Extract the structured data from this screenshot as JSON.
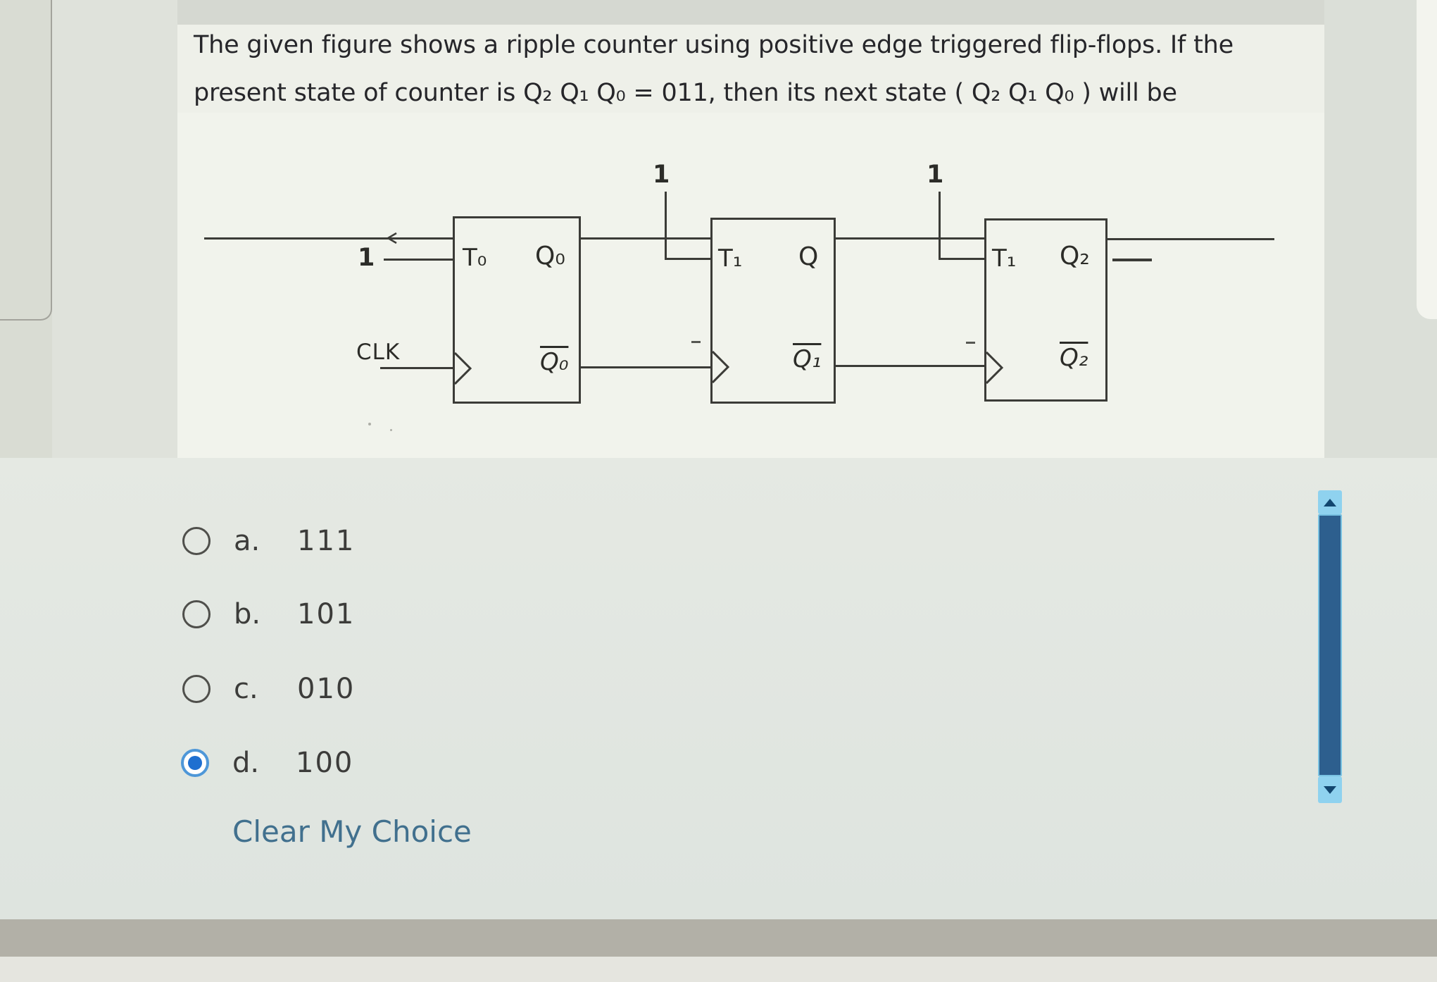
{
  "question": {
    "line1": "The given figure shows a ripple counter using positive edge triggered flip-flops. If the",
    "line2": "present state of counter is Q₂ Q₁ Q₀ = 011, then its next state ( Q₂ Q₁ Q₀ ) will be"
  },
  "figure": {
    "clk_label": "CLK",
    "input_constants": [
      "1",
      "1",
      "1"
    ],
    "flipflops": [
      {
        "t_label": "T₀",
        "q_label": "Q₀",
        "qbar_label": "Q₀"
      },
      {
        "t_label": "T₁",
        "q_label": "Q",
        "qbar_label": "Q₁"
      },
      {
        "t_label": "T₁",
        "q_label": "Q₂",
        "qbar_label": "Q₂"
      }
    ]
  },
  "options": [
    {
      "letter": "a.",
      "value": "111",
      "selected": false
    },
    {
      "letter": "b.",
      "value": "101",
      "selected": false
    },
    {
      "letter": "c.",
      "value": "010",
      "selected": false
    },
    {
      "letter": "d.",
      "value": "100",
      "selected": true
    }
  ],
  "actions": {
    "clear_choice": "Clear My Choice"
  },
  "colors": {
    "wire": "#3b3b37",
    "selected_radio_ring": "#4e97d8",
    "selected_radio_dot": "#1e6fd0",
    "scrollbar_button": "#8fd2ef",
    "scrollbar_thumb": "#2d5f8e",
    "link_text": "#41708e"
  }
}
